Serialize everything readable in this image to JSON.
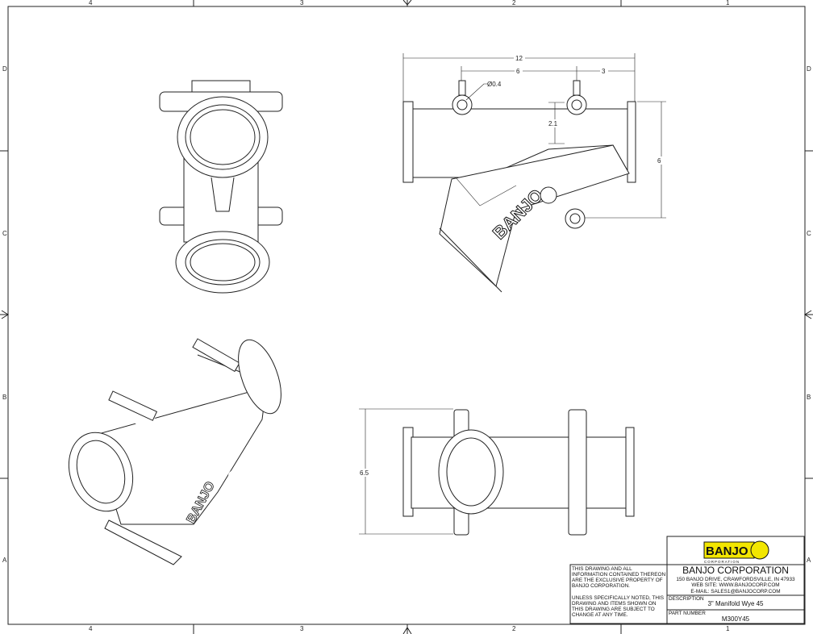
{
  "zones": {
    "columns": [
      "4",
      "3",
      "2",
      "1"
    ],
    "rows": [
      "D",
      "C",
      "B",
      "A"
    ]
  },
  "dimensions": {
    "overall_length": "12",
    "branch_spacing": "6",
    "end_offset": "3",
    "port_diameter": "Ø0.4",
    "port_offset": "2.1",
    "height": "6",
    "width": "6.5"
  },
  "logo_text": "BANJO",
  "title_block": {
    "notice_1": [
      "THIS DRAWING AND ALL",
      "INFORMATION CONTAINED THEREON",
      "ARE THE EXCLUSIVE PROPERTY OF",
      "BANJO CORPORATION."
    ],
    "notice_2": [
      "UNLESS SPECIFICALLY NOTED, THIS",
      "DRAWING AND ITEMS SHOWN ON",
      "THIS DRAWING ARE SUBJECT TO",
      "CHANGE AT ANY TIME."
    ],
    "logo": "BANJO",
    "logo_sub": "CORPORATION",
    "company": "BANJO CORPORATION",
    "address": "150 BANJO DRIVE, CRAWFORDSVILLE, IN 47933",
    "website": "WEB SITE: WWW.BANJOCORP.COM",
    "email": "E-MAIL: SALES1@BANJOCORP.COM",
    "description_label": "DESCRIPTION",
    "description": "3\" Manifold Wye 45",
    "part_number_label": "PART NUMBER",
    "part_number": "M300Y45"
  },
  "colors": {
    "logo_yellow": "#f2e600",
    "line": "#222222"
  }
}
